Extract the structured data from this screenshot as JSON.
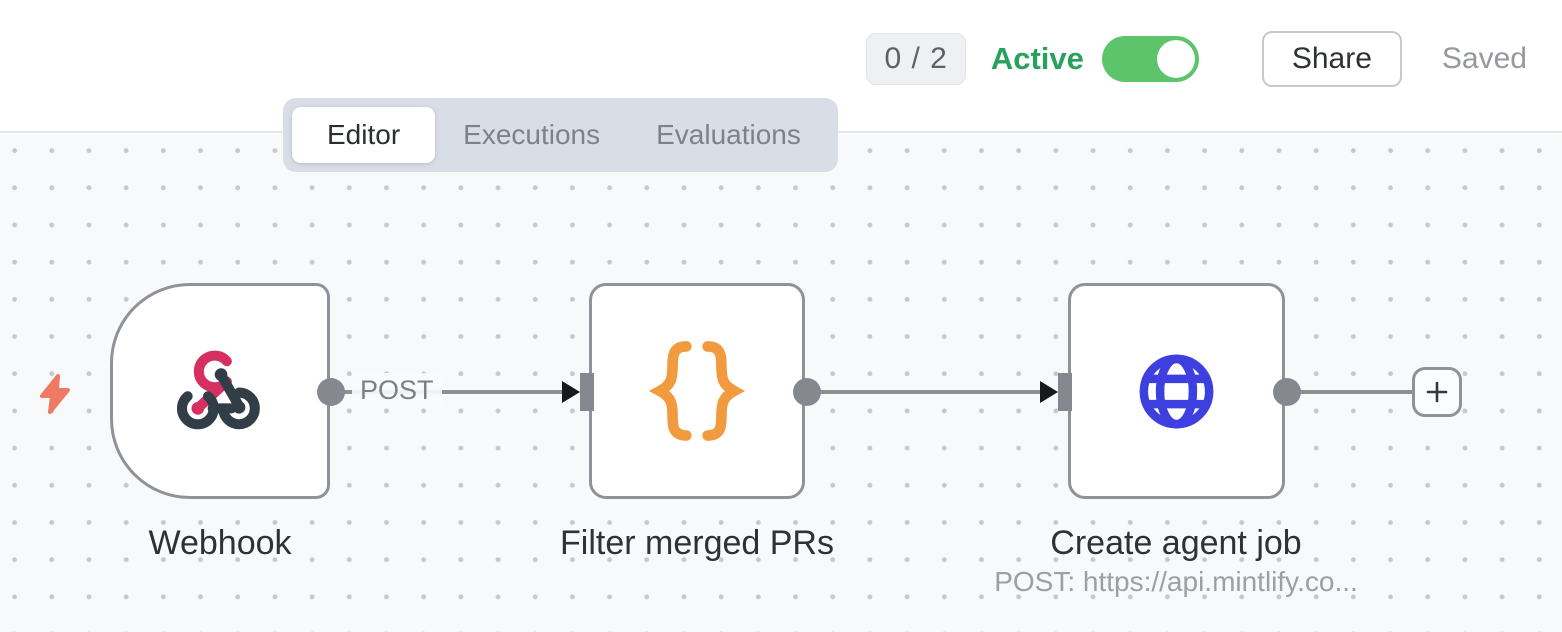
{
  "header": {
    "execution_badge": "0 / 2",
    "active_label": "Active",
    "active_enabled": true,
    "share_label": "Share",
    "save_status": "Saved"
  },
  "tabs": [
    {
      "label": "Editor",
      "active": true
    },
    {
      "label": "Executions",
      "active": false
    },
    {
      "label": "Evaluations",
      "active": false
    }
  ],
  "workflow": {
    "nodes": [
      {
        "title": "Webhook",
        "kind": "trigger",
        "icon": "webhook-icon"
      },
      {
        "title": "Filter merged PRs",
        "kind": "action",
        "icon": "code-braces-icon"
      },
      {
        "title": "Create agent job",
        "kind": "action",
        "icon": "globe-icon",
        "subtitle": "POST: https://api.mintlify.co..."
      }
    ],
    "connections": [
      {
        "from": "Webhook",
        "to": "Filter merged PRs",
        "label": "POST"
      },
      {
        "from": "Filter merged PRs",
        "to": "Create agent job"
      },
      {
        "from": "Create agent job",
        "to": "add-node-button"
      }
    ],
    "trigger_indicator": "lightning-icon",
    "add_node": "plus-icon"
  },
  "colors": {
    "active_green": "#2aa05d",
    "toggle_green": "#5ec46c",
    "webhook_pink": "#d53061",
    "webhook_slate": "#313d47",
    "braces_orange": "#f19b3e",
    "globe_blue": "#3d40df",
    "lightning_coral": "#ee7a63",
    "node_border_gray": "#8f9298",
    "connector_gray": "#85888e",
    "canvas_bg": "#f7f9fb",
    "tab_bar_bg": "#d9dde5"
  }
}
